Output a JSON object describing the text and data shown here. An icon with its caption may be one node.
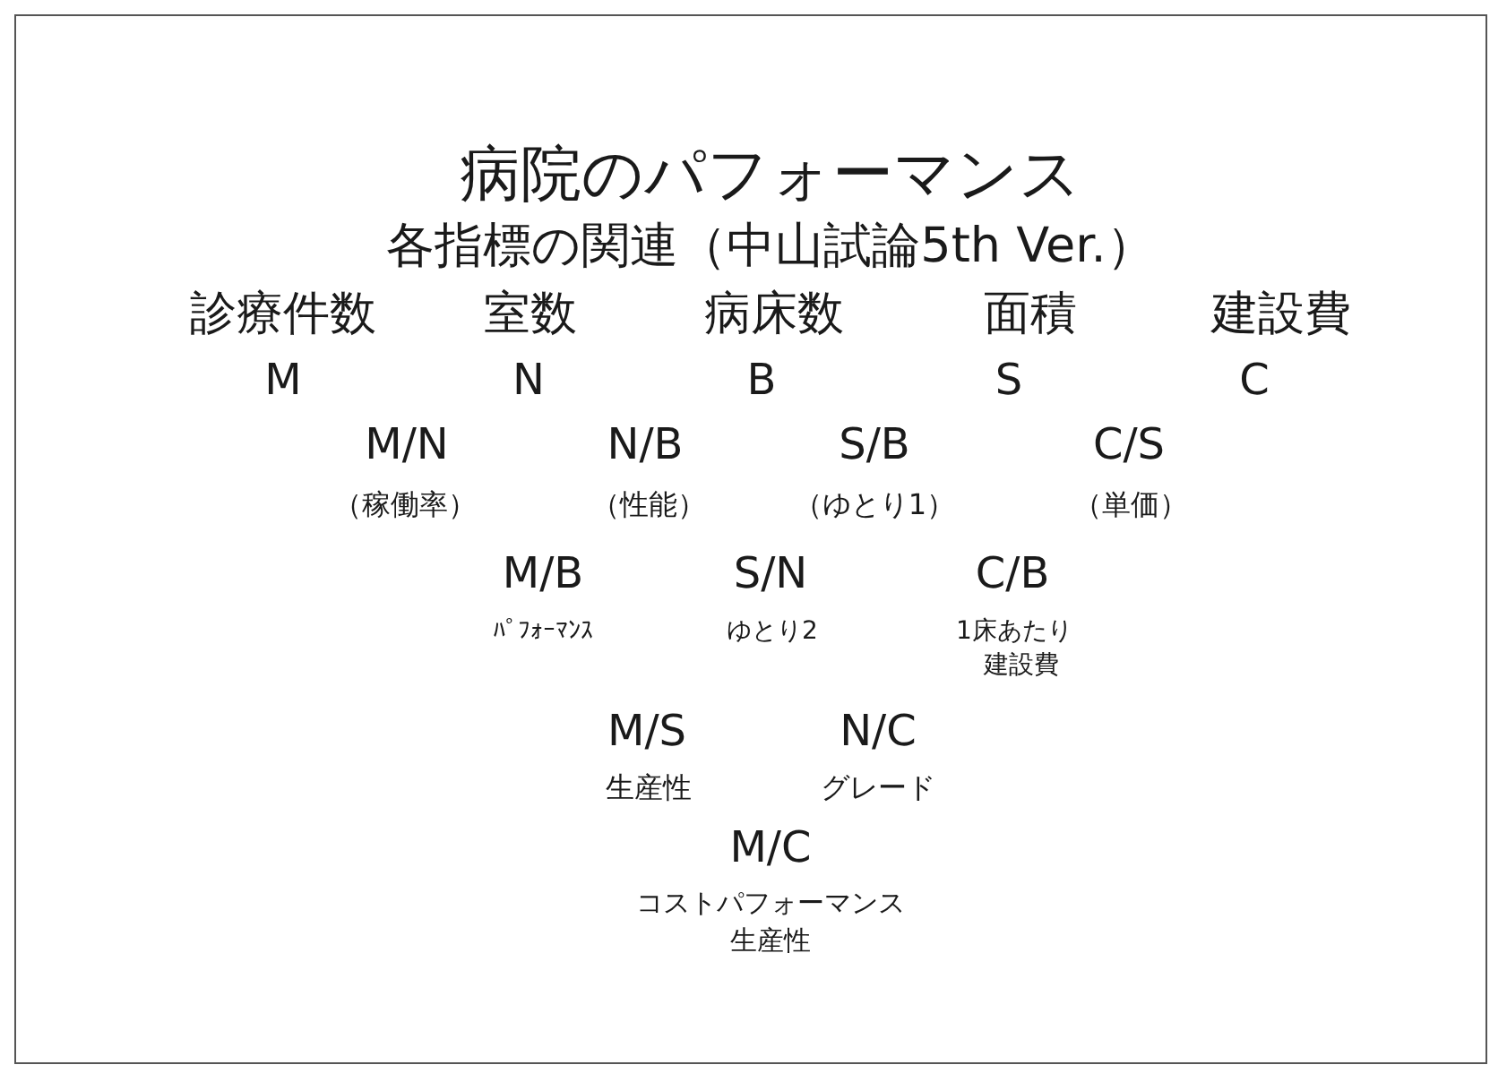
{
  "diagram": {
    "title": "病院のパフォーマンス",
    "labels": [
      "各指標の関連（中山試論5th Ver.）",
      "診療件数",
      "室数",
      "病床数",
      "面積",
      "建設費",
      "M",
      "N",
      "B",
      "S",
      "C",
      "M/N",
      "N/B",
      "S/B",
      "C/S",
      "（稼働率）",
      "（性能）",
      "（ゆとり1）",
      "（単価）",
      "M/B",
      "S/N",
      "C/B",
      "ﾊﾟﾌｫｰﾏﾝｽ",
      "ゆとり2",
      "1床あたり",
      "建設費",
      "M/S",
      "N/C",
      "生産性",
      "グレード",
      "M/C",
      "コストパフォーマンス",
      "生産性"
    ]
  }
}
